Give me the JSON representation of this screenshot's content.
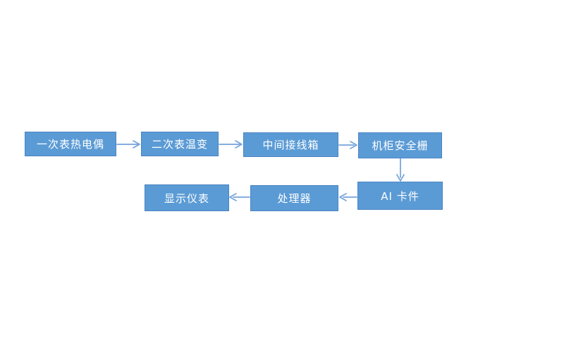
{
  "diagram": {
    "type": "flowchart",
    "colors": {
      "node_fill": "#5b9bd5",
      "node_border": "#4a84c4",
      "node_text": "#ffffff",
      "arrow": "#74a3dc",
      "background": "#ffffff"
    },
    "nodes": [
      {
        "id": "primary-thermocouple",
        "label": "一次表热电偶"
      },
      {
        "id": "secondary-temp-transmitter",
        "label": "二次表温变"
      },
      {
        "id": "intermediate-junction-box",
        "label": "中间接线箱"
      },
      {
        "id": "cabinet-safety-barrier",
        "label": "机柜安全栅"
      },
      {
        "id": "display-instrument",
        "label": "显示仪表"
      },
      {
        "id": "processor",
        "label": "处理器"
      },
      {
        "id": "ai-card",
        "label": "AI 卡件"
      }
    ],
    "edges": [
      {
        "from": "primary-thermocouple",
        "to": "secondary-temp-transmitter",
        "direction": "right"
      },
      {
        "from": "secondary-temp-transmitter",
        "to": "intermediate-junction-box",
        "direction": "right"
      },
      {
        "from": "intermediate-junction-box",
        "to": "cabinet-safety-barrier",
        "direction": "right"
      },
      {
        "from": "cabinet-safety-barrier",
        "to": "ai-card",
        "direction": "down"
      },
      {
        "from": "ai-card",
        "to": "processor",
        "direction": "left"
      },
      {
        "from": "processor",
        "to": "display-instrument",
        "direction": "left"
      }
    ]
  }
}
